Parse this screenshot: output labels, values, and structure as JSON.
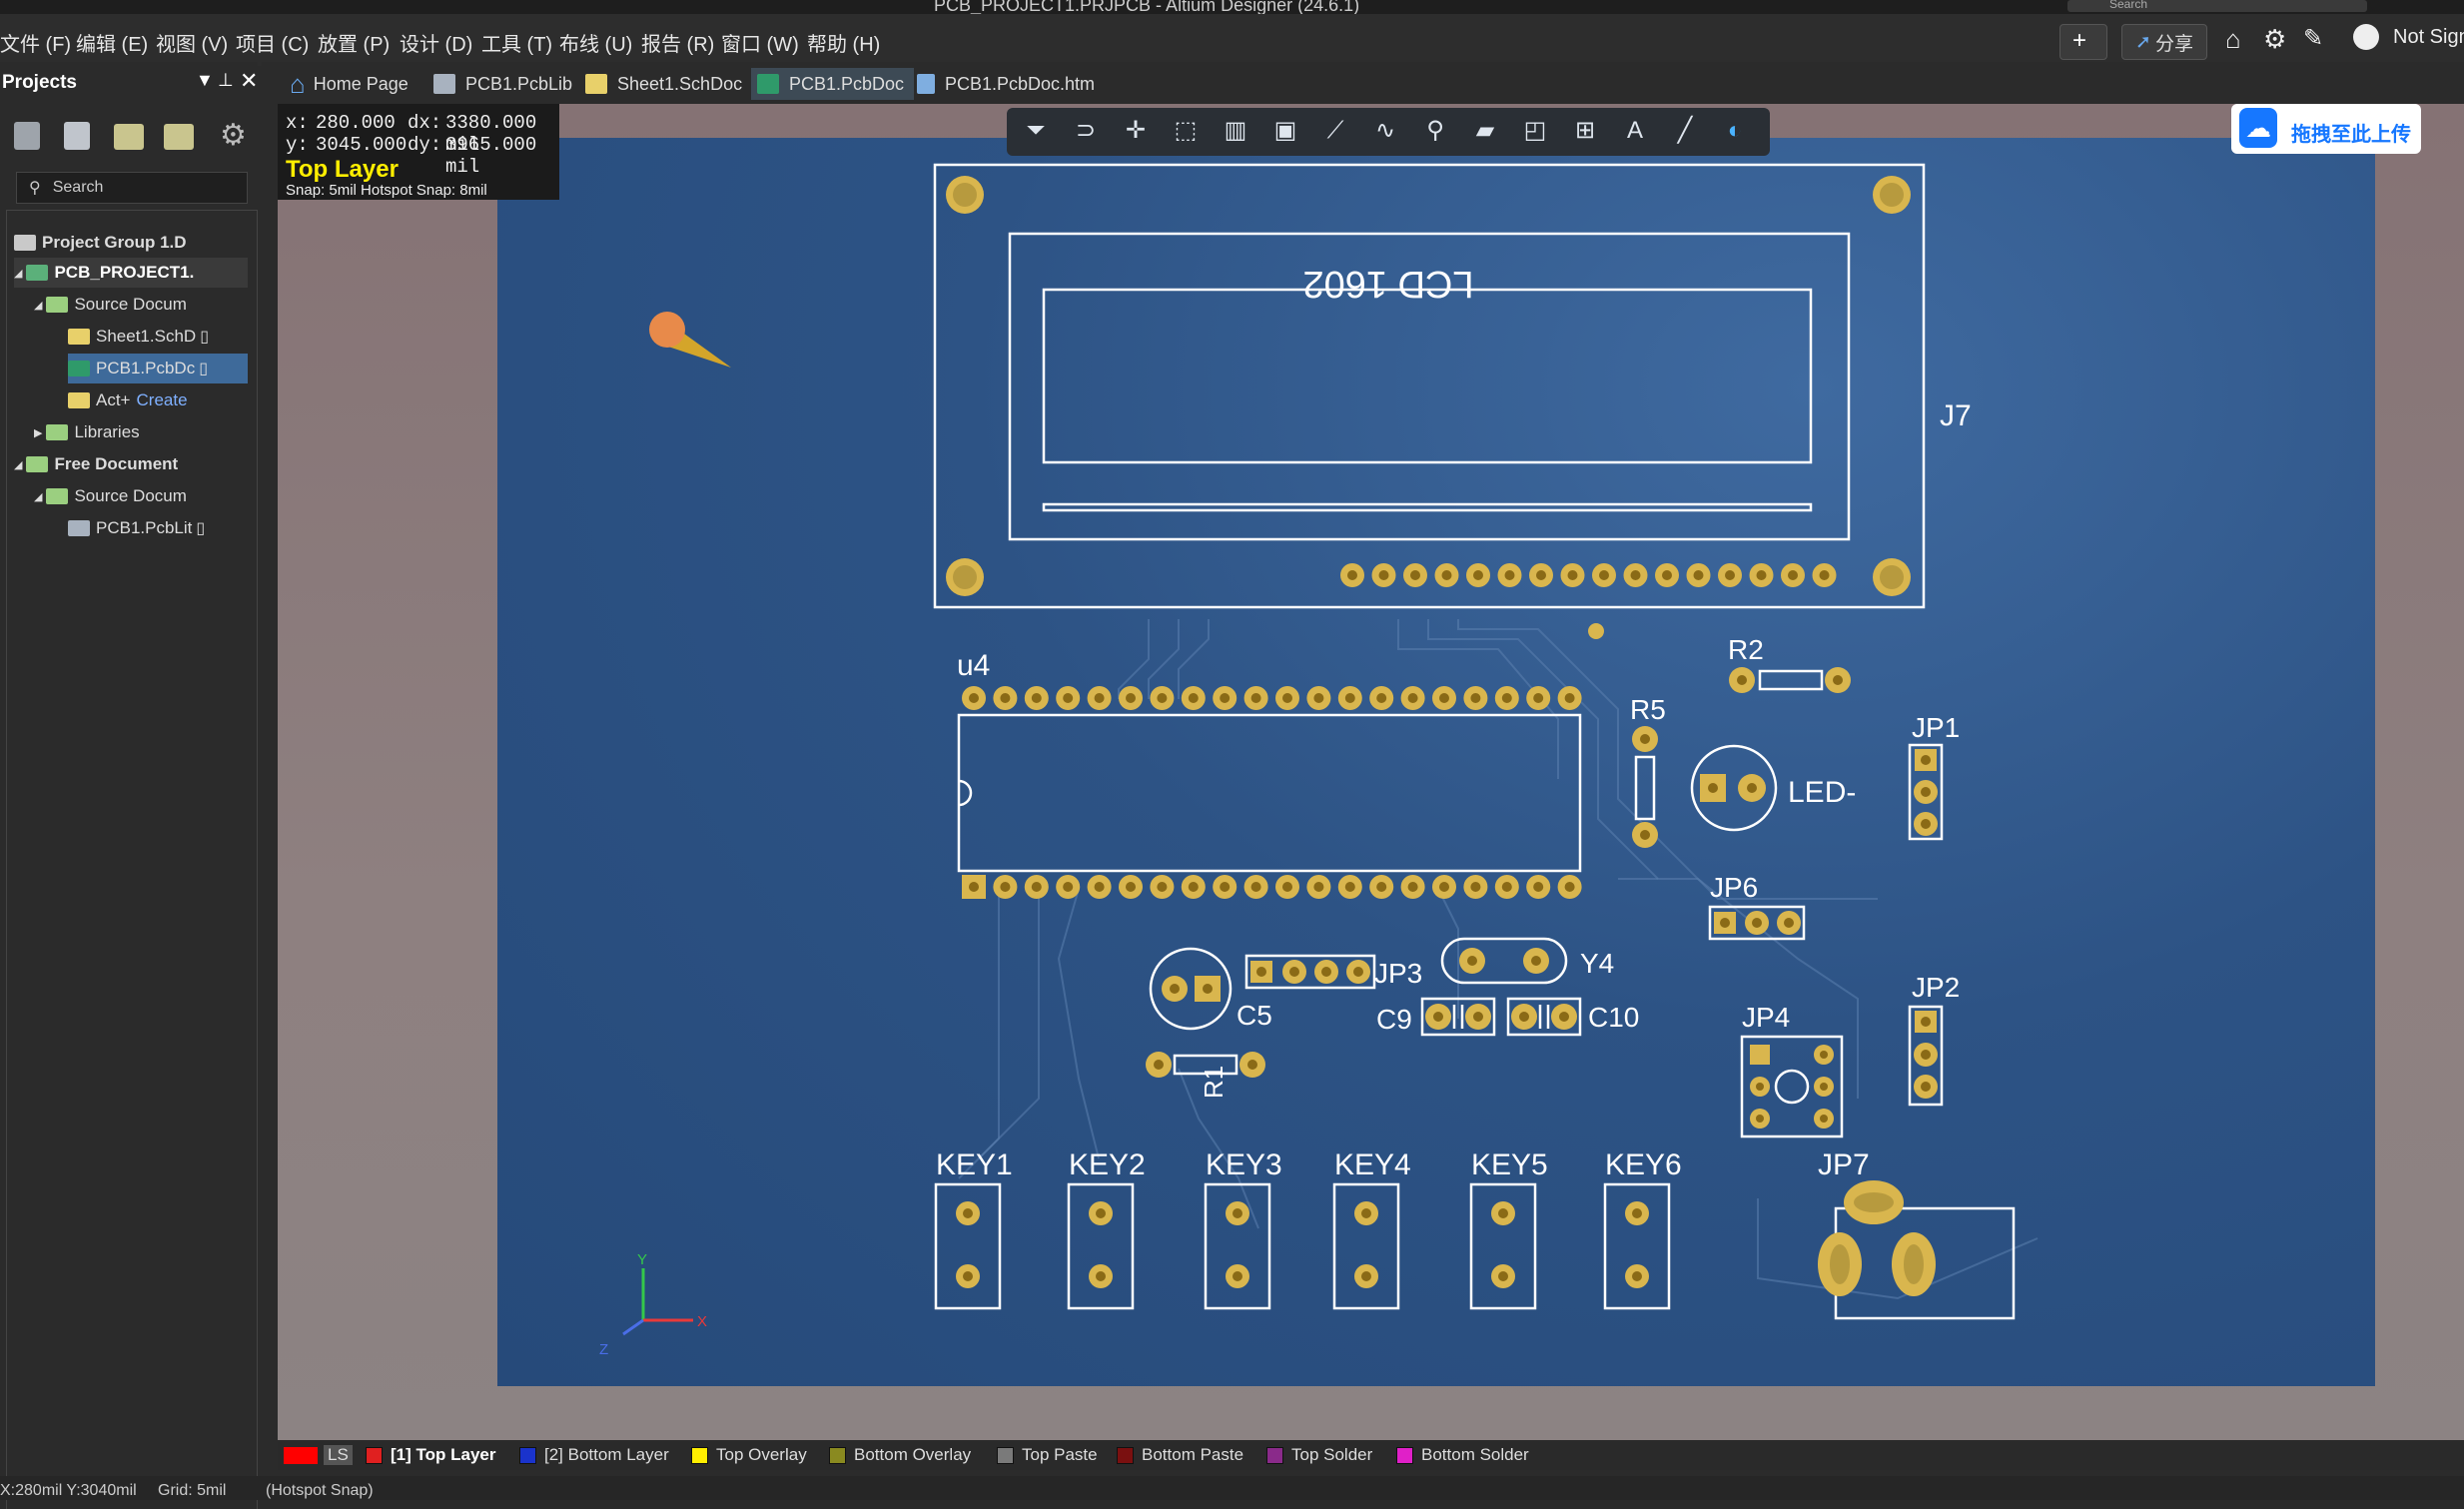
{
  "window": {
    "title": "PCB_PROJECT1.PRJPCB - Altium Designer (24.6.1)",
    "user": "Not Sign",
    "search_placeholder": "Search",
    "share": "分享"
  },
  "menu": [
    "文件 (F)",
    "编辑 (E)",
    "视图 (V)",
    "项目 (C)",
    "放置 (P)",
    "设计 (D)",
    "工具 (T)",
    "布线 (U)",
    "报告 (R)",
    "窗口 (W)",
    "帮助 (H)"
  ],
  "tabs": [
    {
      "label": "Home Page",
      "icon": "home-icon"
    },
    {
      "label": "PCB1.PcbLib",
      "icon": "pcblib-icon"
    },
    {
      "label": "Sheet1.SchDoc",
      "icon": "schdoc-icon"
    },
    {
      "label": "PCB1.PcbDoc",
      "icon": "pcbdoc-icon",
      "active": true
    },
    {
      "label": "PCB1.PcbDoc.htm",
      "icon": "htm-icon"
    }
  ],
  "projects": {
    "title": "Projects",
    "search": "Search",
    "tree": [
      {
        "label": "Project Group 1.D",
        "bold": true
      },
      {
        "label": "PCB_PROJECT1.",
        "bold": true,
        "selected_row": true
      },
      {
        "label": "Source Docum"
      },
      {
        "label": "Sheet1.SchD"
      },
      {
        "label": "PCB1.PcbDc",
        "selected": true
      },
      {
        "label": "Act+",
        "extra": "Create"
      },
      {
        "label": "Libraries"
      },
      {
        "label": "Free Document",
        "bold": true
      },
      {
        "label": "Source Docum"
      },
      {
        "label": "PCB1.PcbLit"
      }
    ]
  },
  "info": {
    "x": "280.000",
    "dx": "3380.000 mil",
    "y": "3045.000",
    "dy": "3965.000 mil",
    "layer": "Top Layer",
    "snap": "Snap: 5mil Hotspot Snap: 8mil"
  },
  "upload": "拖拽至此上传",
  "pcb": {
    "lcd": "LCD 1602",
    "refs": [
      "J7",
      "u4",
      "R2",
      "R5",
      "JP1",
      "LED-",
      "JP6",
      "JP3",
      "Y4",
      "C5",
      "C9",
      "C10",
      "JP2",
      "JP4",
      "R1",
      "KEY1",
      "KEY2",
      "KEY3",
      "KEY4",
      "KEY5",
      "KEY6",
      "JP7"
    ]
  },
  "axes": {
    "x": "X",
    "y": "Y",
    "z": "Z"
  },
  "layers": [
    {
      "name": "LS",
      "color": "#ff0000"
    },
    {
      "name": "[1] Top Layer",
      "color": "#e02020",
      "bold": true
    },
    {
      "name": "[2] Bottom Layer",
      "color": "#1a33cc"
    },
    {
      "name": "Top Overlay",
      "color": "#ffee00"
    },
    {
      "name": "Bottom Overlay",
      "color": "#8a8a20"
    },
    {
      "name": "Top Paste",
      "color": "#7a7a7a"
    },
    {
      "name": "Bottom Paste",
      "color": "#7a1010"
    },
    {
      "name": "Top Solder",
      "color": "#8a2a8a"
    },
    {
      "name": "Bottom Solder",
      "color": "#e020c8"
    }
  ],
  "status": {
    "coords": "X:280mil Y:3040mil",
    "grid": "Grid: 5mil",
    "snap": "(Hotspot Snap)"
  }
}
